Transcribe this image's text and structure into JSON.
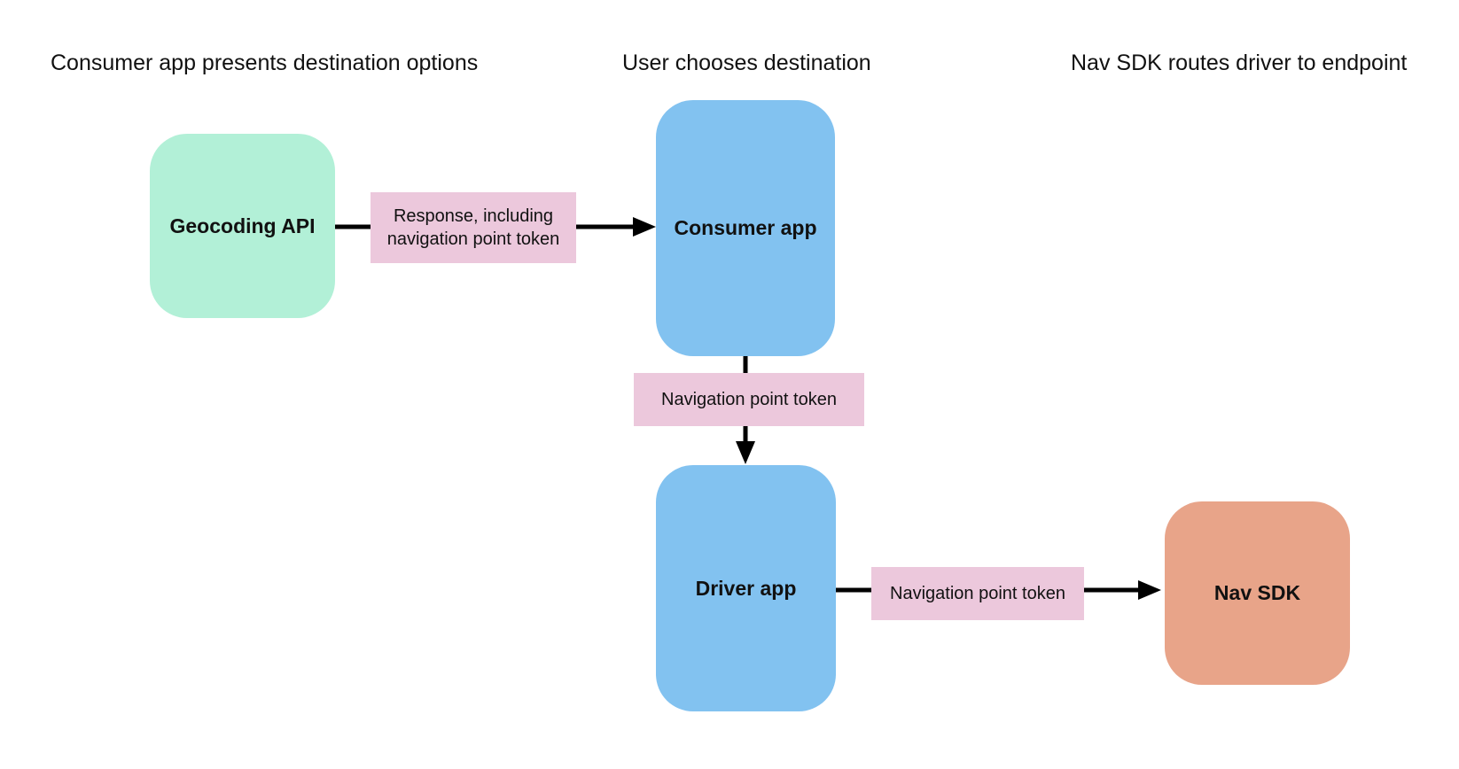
{
  "diagram": {
    "background": "#ffffff",
    "headers": [
      {
        "id": "phase-1",
        "text": "Consumer app presents destination options"
      },
      {
        "id": "phase-2",
        "text": "User chooses destination"
      },
      {
        "id": "phase-3",
        "text": "Nav SDK routes driver to endpoint"
      }
    ],
    "nodes": [
      {
        "id": "geocoding-api",
        "label": "Geocoding API",
        "color": "#b2f0d7"
      },
      {
        "id": "consumer-app",
        "label": "Consumer app",
        "color": "#82c2f0"
      },
      {
        "id": "driver-app",
        "label": "Driver app",
        "color": "#82c2f0"
      },
      {
        "id": "nav-sdk",
        "label": "Nav SDK",
        "color": "#e8a489"
      }
    ],
    "edges": [
      {
        "id": "geocoding-to-consumer",
        "from": "geocoding-api",
        "to": "consumer-app",
        "label": "Response, including navigation point token"
      },
      {
        "id": "consumer-to-driver",
        "from": "consumer-app",
        "to": "driver-app",
        "label": "Navigation point token"
      },
      {
        "id": "driver-to-navsdk",
        "from": "driver-app",
        "to": "nav-sdk",
        "label": "Navigation point token"
      }
    ],
    "colors": {
      "edge_label_bg": "#ecc8dc",
      "arrow": "#000000",
      "text": "#111111"
    }
  }
}
